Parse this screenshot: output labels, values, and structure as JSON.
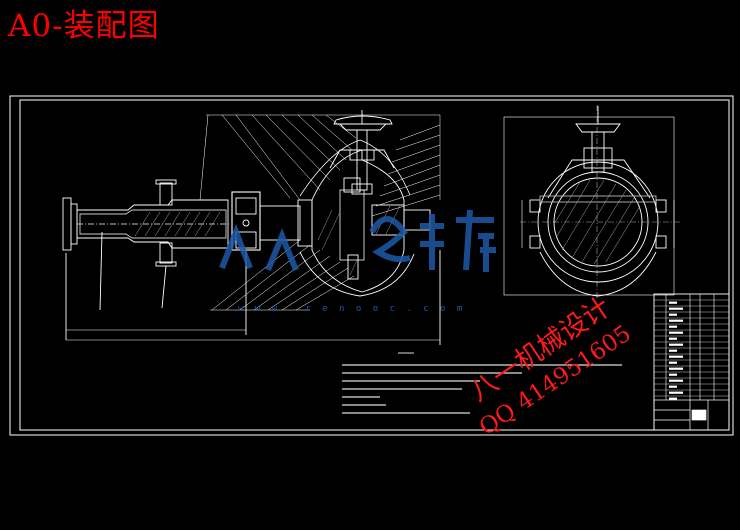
{
  "title": "A0-装配图",
  "watermark": {
    "shop": "八一机械设计",
    "qq": "QQ 414951605"
  },
  "colors": {
    "background": "#000000",
    "lines": "#ffffff",
    "title_red": "#ff0000",
    "watermark_blue": "#1e5aa8"
  }
}
